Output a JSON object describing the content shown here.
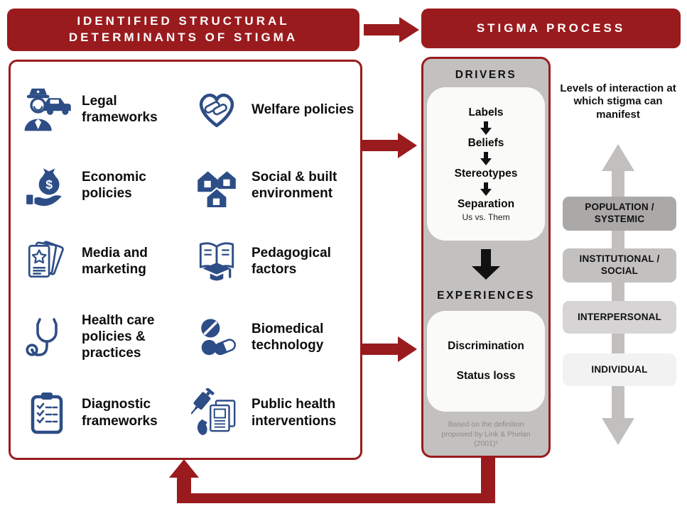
{
  "colors": {
    "accent_red": "#9A1B1E",
    "icon_blue": "#2D4D86",
    "panel_gray": "#C3C0C0",
    "arrow_gray": "#C2BFBF",
    "black_arrow": "#111111"
  },
  "headers": {
    "left_line1": "IDENTIFIED STRUCTURAL",
    "left_line2": "DETERMINANTS OF STIGMA",
    "right": "STIGMA PROCESS"
  },
  "determinants": {
    "items": [
      {
        "label": "Legal frameworks",
        "icon": "police-officer-car"
      },
      {
        "label": "Welfare policies",
        "icon": "heart-handshake"
      },
      {
        "label": "Economic policies",
        "icon": "money-bag-hand"
      },
      {
        "label": "Social & built environment",
        "icon": "houses"
      },
      {
        "label": "Media and marketing",
        "icon": "flyers-star"
      },
      {
        "label": "Pedagogical factors",
        "icon": "open-book-grad-cap"
      },
      {
        "label": "Health care policies & practices",
        "icon": "stethoscope"
      },
      {
        "label": "Biomedical technology",
        "icon": "pills"
      },
      {
        "label": "Diagnostic frameworks",
        "icon": "clipboard-checklist"
      },
      {
        "label": "Public health interventions",
        "icon": "syringe-leaflets"
      }
    ]
  },
  "process": {
    "drivers_title": "DRIVERS",
    "driver_steps": [
      "Labels",
      "Beliefs",
      "Stereotypes",
      "Separation"
    ],
    "separation_subtext": "Us vs. Them",
    "experiences_title": "EXPERIENCES",
    "experience_items": [
      "Discrimination",
      "Status loss"
    ],
    "caption": "Based on the definition proposed by Link & Phelan (2001)¹"
  },
  "levels": {
    "title": "Levels of interaction at which stigma can manifest",
    "items": [
      {
        "label": "POPULATION / SYSTEMIC",
        "color": "#ABA8A8"
      },
      {
        "label": "INSTITUTIONAL / SOCIAL",
        "color": "#C3C0C0"
      },
      {
        "label": "INTERPERSONAL",
        "color": "#D6D4D4"
      },
      {
        "label": "INDIVIDUAL",
        "color": "#F3F2F2"
      }
    ]
  }
}
